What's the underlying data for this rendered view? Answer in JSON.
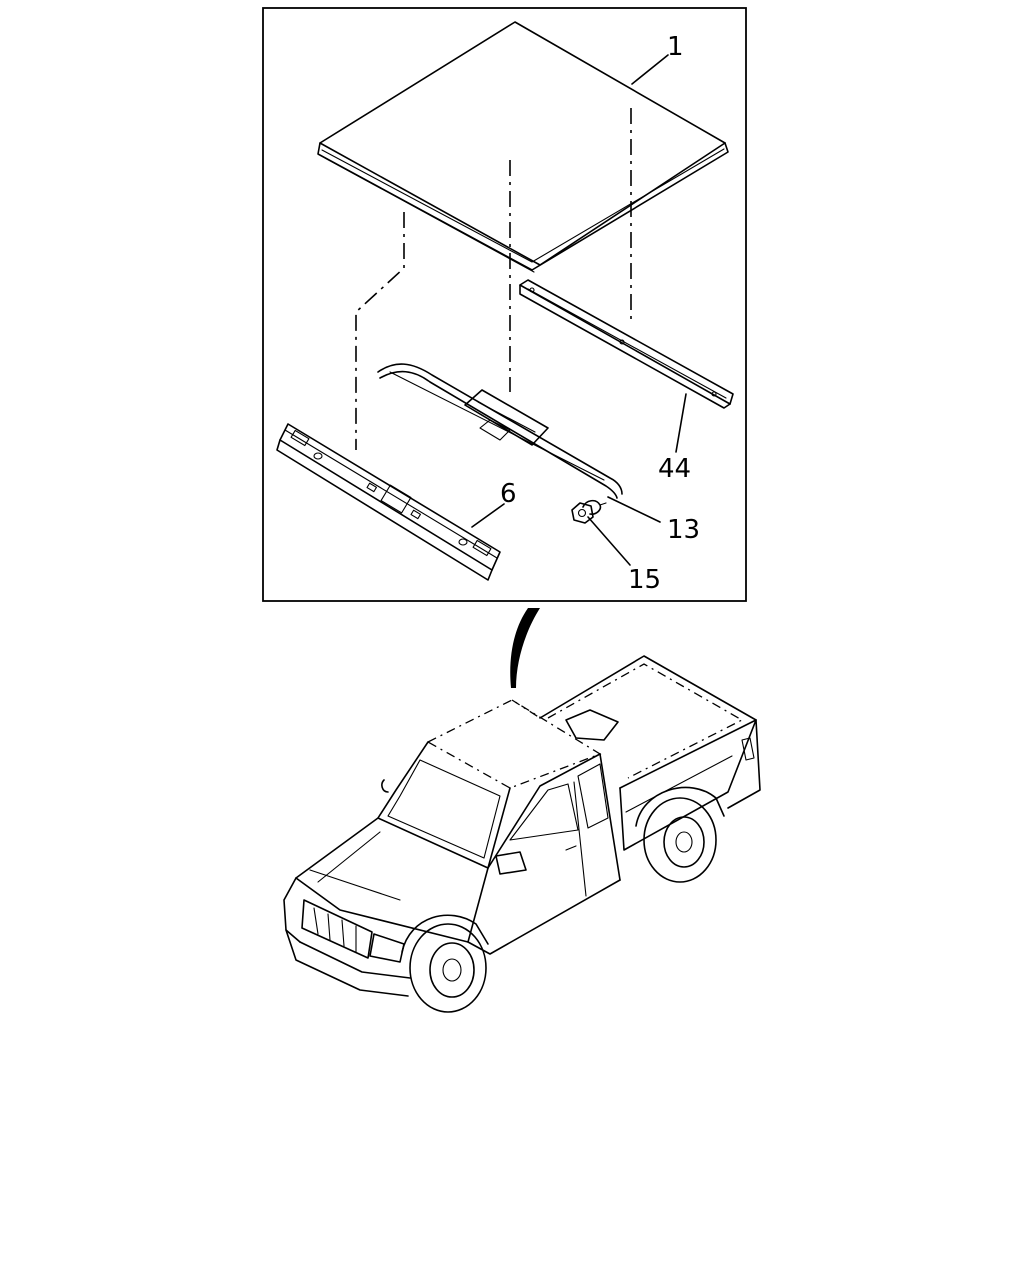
{
  "callouts": {
    "roof_panel": "1",
    "front_header": "6",
    "rear_rail": "44",
    "clip": "13",
    "nut": "15"
  }
}
